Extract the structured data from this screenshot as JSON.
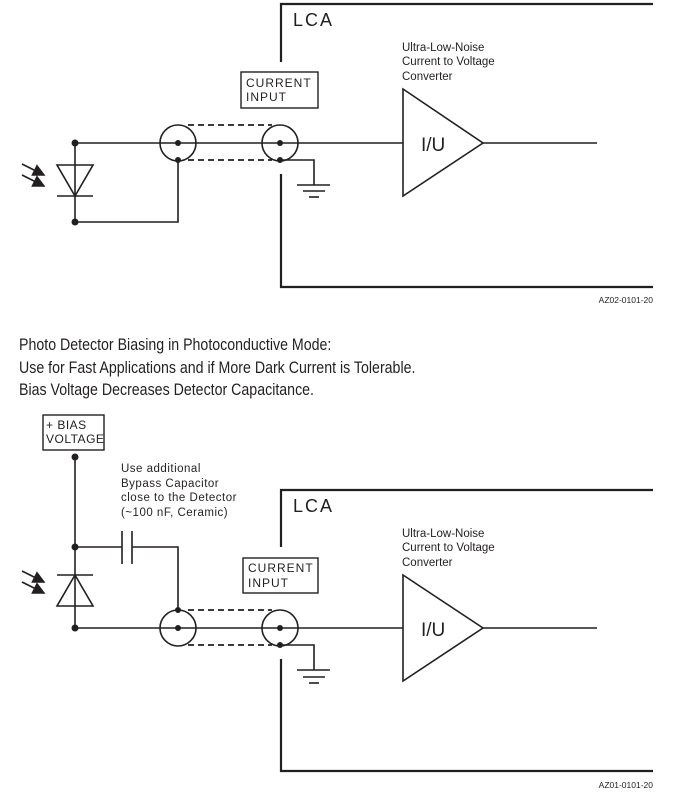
{
  "diagram_top": {
    "module_label": "LCA",
    "input_label_line1": "CURRENT",
    "input_label_line2": "INPUT",
    "converter_line1": "Ultra-Low-Noise",
    "converter_line2": "Current to Voltage",
    "converter_line3": "Converter",
    "amp_label": "I/U",
    "figure_id": "AZ02-0101-20"
  },
  "caption": {
    "line1": "Photo Detector Biasing in Photoconductive Mode:",
    "line2": "Use for Fast Applications and if More Dark Current is Tolerable.",
    "line3": "Bias Voltage Decreases Detector Capacitance."
  },
  "diagram_bottom": {
    "bias_line1": "+ BIAS",
    "bias_line2": "VOLTAGE",
    "note_line1": "Use additional",
    "note_line2": "Bypass Capacitor",
    "note_line3": "close to the Detector",
    "note_line4": "(~100 nF, Ceramic)",
    "module_label": "LCA",
    "input_label_line1": "CURRENT",
    "input_label_line2": "INPUT",
    "converter_line1": "Ultra-Low-Noise",
    "converter_line2": "Current to Voltage",
    "converter_line3": "Converter",
    "amp_label": "I/U",
    "figure_id": "AZ01-0101-20"
  }
}
